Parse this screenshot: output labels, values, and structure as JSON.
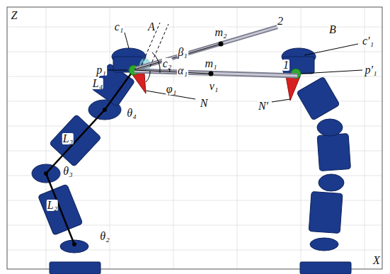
{
  "diagram": {
    "labels": [
      "Z",
      "X",
      "c₁",
      "A",
      "m₂",
      "2",
      "B",
      "c′₁",
      "β₁",
      "c₂",
      "α₁",
      "p₁",
      "m₁",
      "1",
      "p′₁",
      "L₄",
      "φ₁",
      "ν₁",
      "N",
      "N′",
      "θ₄",
      "L₃",
      "θ₃",
      "L₂",
      "θ₂"
    ]
  }
}
